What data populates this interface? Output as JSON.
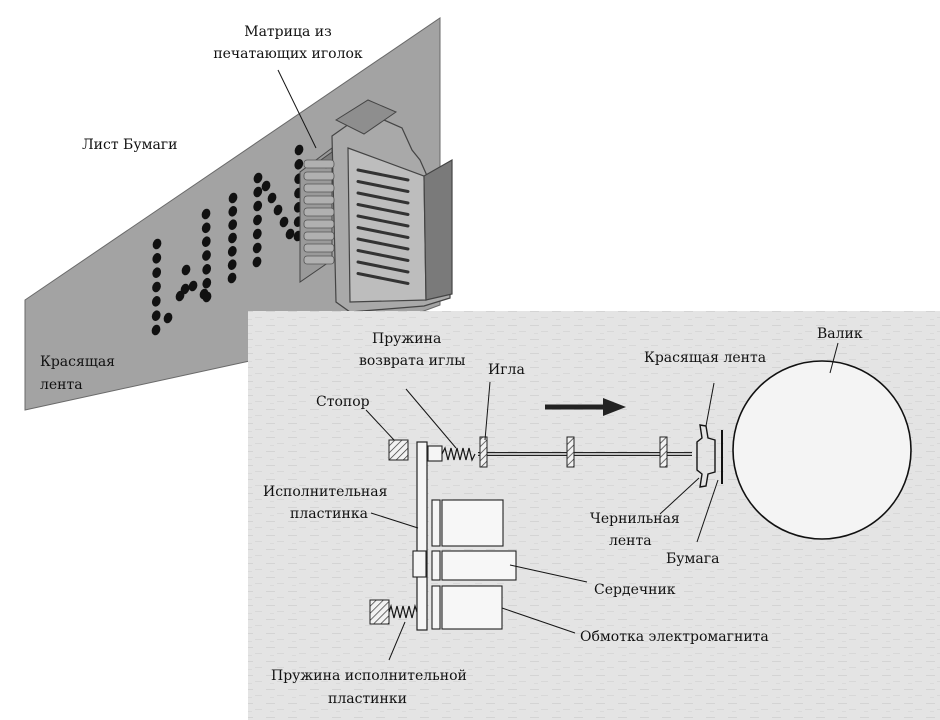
{
  "top_panel": {
    "matrix_label_line1": "Матрица из",
    "matrix_label_line2": "печатающих иголок",
    "paper_label": "Лист Бумаги",
    "ribbon_label_line1": "Красящая",
    "ribbon_label_line2": "лента"
  },
  "bottom_panel": {
    "return_spring_line1": "Пружина",
    "return_spring_line2": "возврата иглы",
    "needle": "Игла",
    "ink_ribbon": "Красящая лента",
    "roller": "Валик",
    "stopper": "Стопор",
    "actuator_plate_line1": "Исполнительная",
    "actuator_plate_line2": "пластинка",
    "ink_tape_line1": "Чернильная",
    "ink_tape_line2": "лента",
    "paper": "Бумага",
    "core": "Сердечник",
    "coil": "Обмотка электромагнита",
    "plate_spring_line1": "Пружина исполнительной",
    "plate_spring_line2": "пластинки"
  },
  "colors": {
    "paper_sheet": "#a3a3a3",
    "scan_panel": "#e6e6e6",
    "head_block": "#8a8a8a",
    "dots": "#111111"
  },
  "printed_text": "WIN"
}
